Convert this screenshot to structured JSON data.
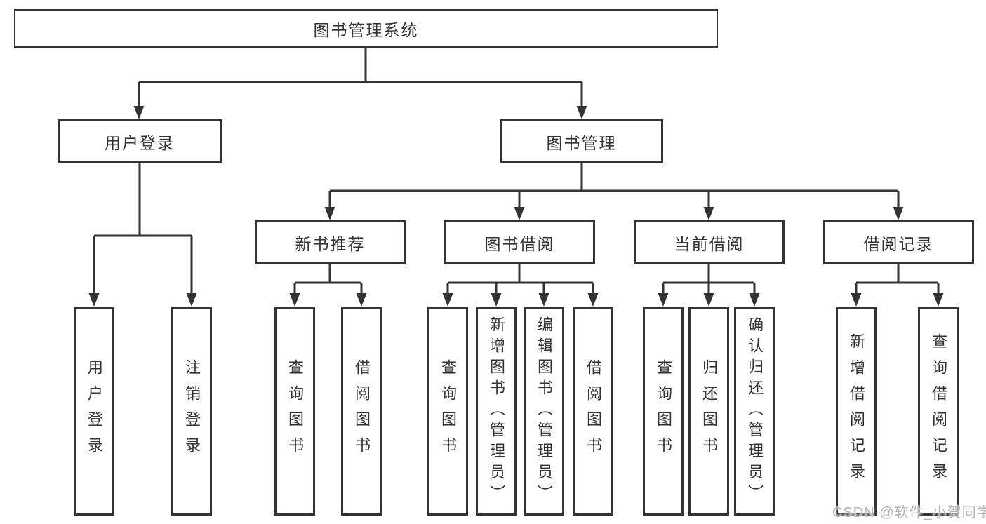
{
  "tree": {
    "label": "图书管理系统",
    "children": [
      {
        "label": "用户登录",
        "children": [
          {
            "label": "用户登录"
          },
          {
            "label": "注销登录"
          }
        ]
      },
      {
        "label": "图书管理",
        "children": [
          {
            "label": "新书推荐",
            "children": [
              {
                "label": "查询图书"
              },
              {
                "label": "借阅图书"
              }
            ]
          },
          {
            "label": "图书借阅",
            "children": [
              {
                "label": "查询图书"
              },
              {
                "label": "新增图书（管理员）"
              },
              {
                "label": "编辑图书（管理员）"
              },
              {
                "label": "借阅图书"
              }
            ]
          },
          {
            "label": "当前借阅",
            "children": [
              {
                "label": "查询图书"
              },
              {
                "label": "归还图书"
              },
              {
                "label": "确认归还（管理员）"
              }
            ]
          },
          {
            "label": "借阅记录",
            "children": [
              {
                "label": "新增借阅记录"
              },
              {
                "label": "查询借阅记录"
              }
            ]
          }
        ]
      }
    ]
  },
  "watermark": {
    "text": "CSDN @软件_小贺同学"
  },
  "colors": {
    "line": "#333333",
    "box_border": "#333333",
    "box_background": "#ffffff",
    "text": "#333333",
    "watermark": "#b4b4b4",
    "background": "#ffffff"
  }
}
